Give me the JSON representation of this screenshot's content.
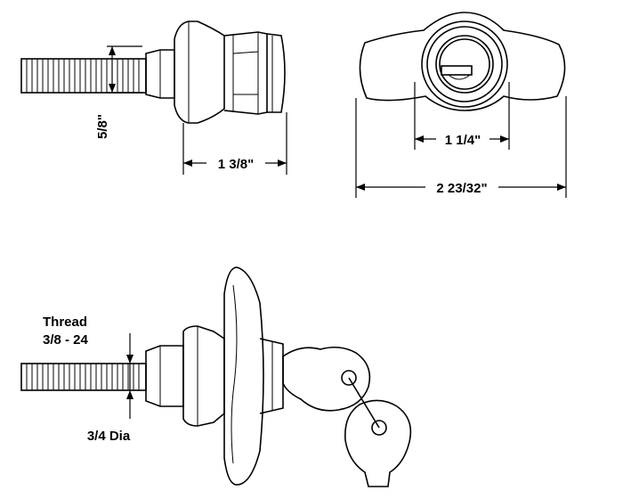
{
  "labels": {
    "dim_5_8": "5/8\"",
    "dim_1_3_8": "1 3/8\"",
    "dim_1_1_4": "1 1/4\"",
    "dim_2_23_32": "2 23/32\"",
    "thread_title": "Thread",
    "thread_spec": "3/8 - 24",
    "dia": "3/4 Dia"
  }
}
